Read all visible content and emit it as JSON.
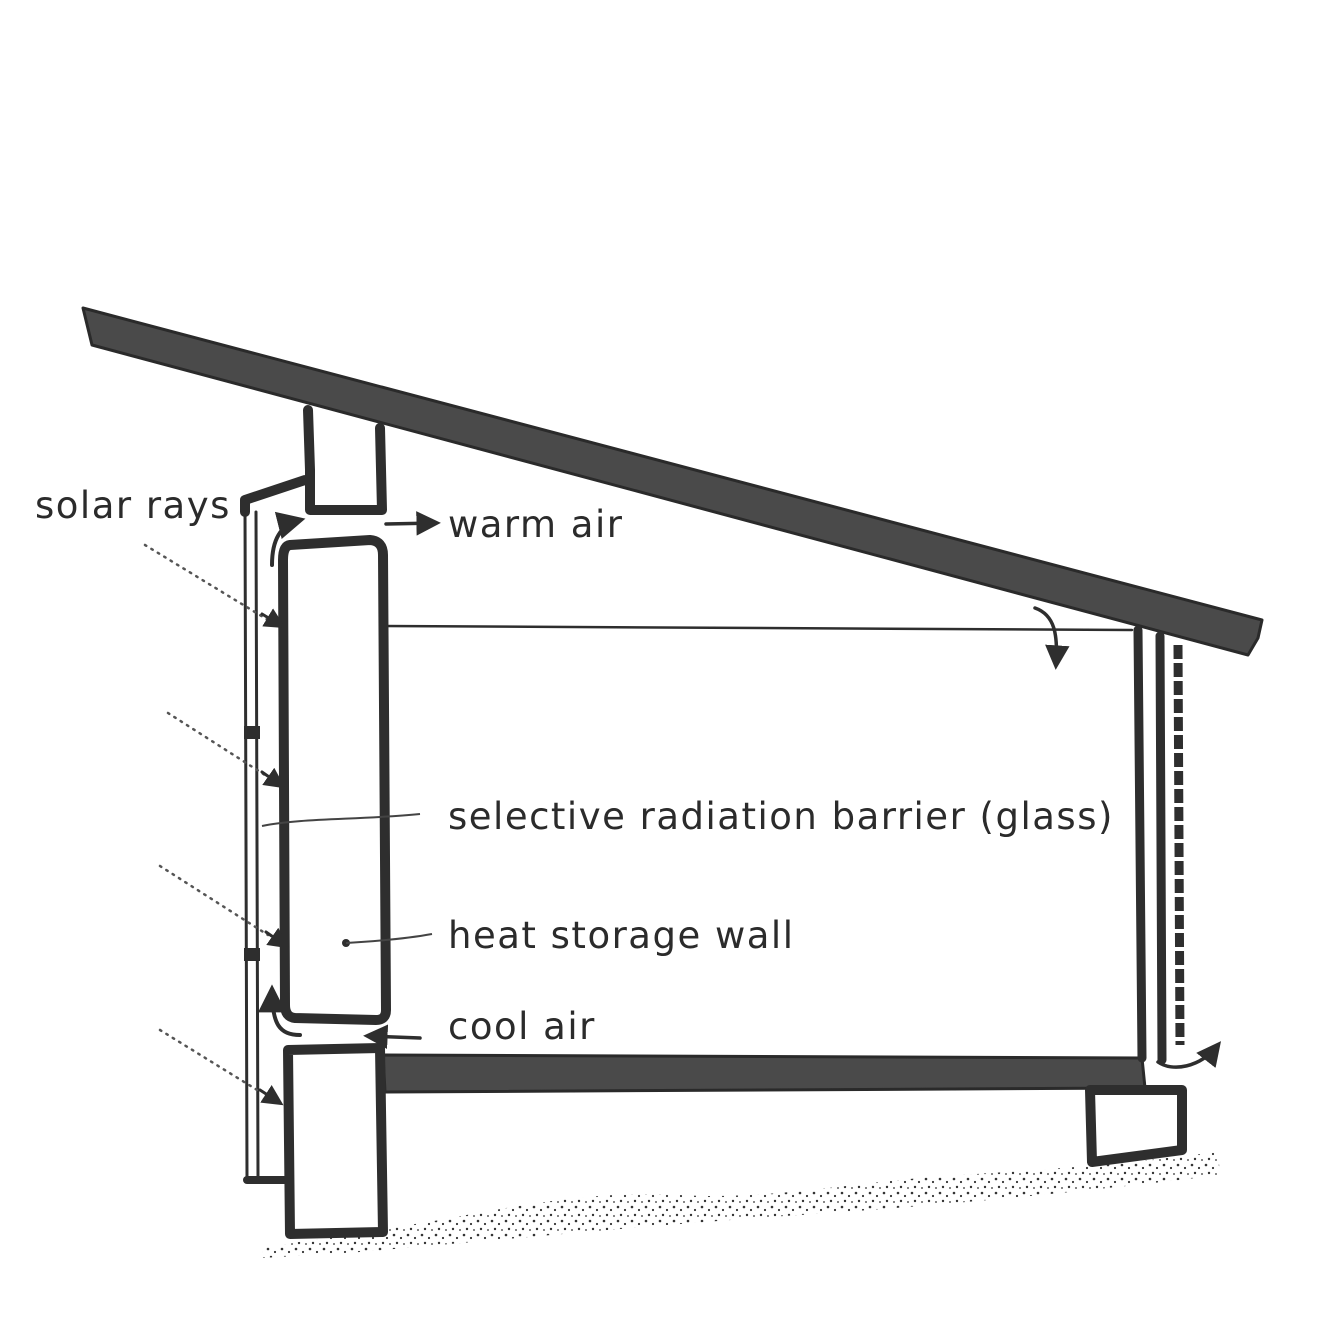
{
  "labels": {
    "solar_rays": "solar rays",
    "warm_air": "warm air",
    "selective_barrier": "selective radiation barrier (glass)",
    "heat_storage_wall": "heat storage wall",
    "cool_air": "cool air"
  },
  "colors": {
    "ink": "#2e2e2e",
    "mass_fill": "#4a4a4a",
    "background": "#ffffff"
  }
}
